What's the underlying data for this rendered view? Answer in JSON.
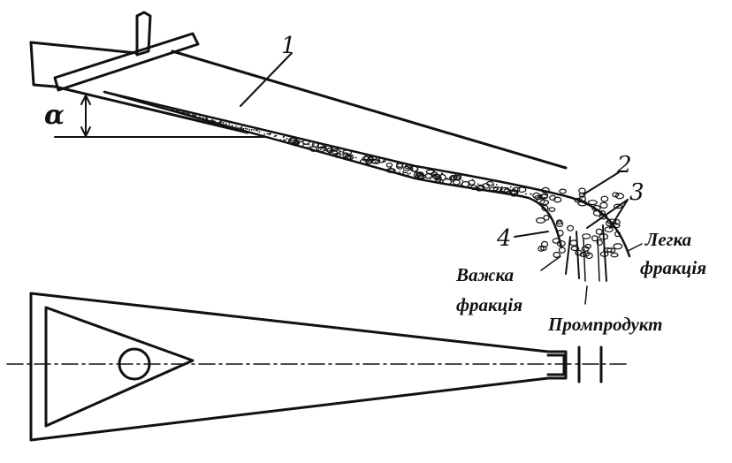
{
  "labels": {
    "alpha": "α",
    "n1": "1",
    "n2": "2",
    "n3": "3",
    "n4": "4",
    "light_line1": "Легка",
    "light_line2": "фракція",
    "heavy_line1": "Важка",
    "heavy_line2": "фракція",
    "middling": "Промпродукт"
  },
  "colors": {
    "ink": "#111111",
    "background": "#ffffff"
  }
}
